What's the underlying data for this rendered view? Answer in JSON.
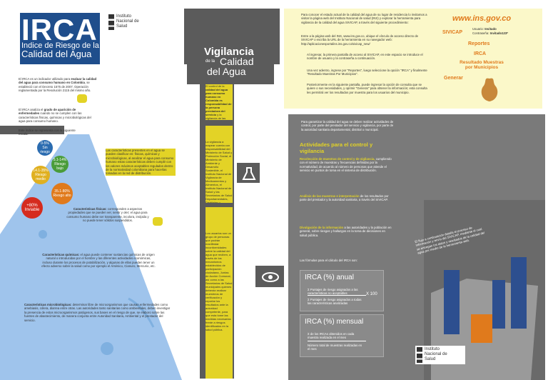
{
  "irca": {
    "logo": "IRCA",
    "subtitle_line1": "Indice de Riesgo de la",
    "subtitle_line2": "Calidad del Agua"
  },
  "ins_top": {
    "line1": "Instituto",
    "line2": "Nacional de",
    "line3": "Salud"
  },
  "ins_bottom": {
    "line1": "Instituto",
    "line2": "Nacional de",
    "line3": "Salud"
  },
  "left_intro": {
    "p1_a": "El IRCA es un indicador utilizado para ",
    "p1_b": "evaluar la calidad del agua para consumo humano en Colombia",
    "p1_c": ", se estableció con el Decreto 1575 de 2007. Operación reglamentada por la Resolución 2115 del mismo año.",
    "p2_a": "El IRCA analiza el ",
    "p2_b": "grado de aparición de enfermedades",
    "p2_c": " cuando no se cumplen con las características físicas, químicas y microbiológicas del agua para consumo humano.",
    "p3": "Este índice se representa con la siguiente escala:"
  },
  "scale": [
    {
      "range": "0-5%",
      "label": "Sin riesgo",
      "color": "#2b6cb0"
    },
    {
      "range": "5.1-14%",
      "label": "Riesgo bajo",
      "color": "#4a9c3a"
    },
    {
      "range": "14.1-35%",
      "label": "Riesgo medio",
      "color": "#e0b020"
    },
    {
      "range": "35.1-80%",
      "label": "Riesgo alto",
      "color": "#e07a1c"
    },
    {
      "range": "+80%",
      "label": "Inviable",
      "color": "#d52b1e"
    }
  ],
  "characteristics": {
    "intro": "Las características presentes en el agua se pueden clasificar en: físicas, químicas y microbiológicas, al analizar el agua para consumo humano estas características deben cumplir con los valores máximos aceptables regulados dentro de la normatividad colombiana para hacerlas tomadas en la red de distribución.",
    "physical_title": "Características físicas:",
    "physical": " corresponden a aspectos propiedades que se pueden ver, sentir y oler; el agua para consumo humano debe ser transparente, incolora, insípida y no puede tener sólidos suspendidos.",
    "chemical_title": "Características químicas:",
    "chemical": " el agua puede contener sustancias químicas de origen natural o introducidas por el hombre y las diferentes actividades económicas, incluso durante los procesos de potabilización, y algunas de ellas pueden tener un efecto adverso sobre la salud como por ejemplo el Arsénico, Cianuro, Mercurio, etc.",
    "micro_title": "Características microbiológicas:",
    "micro": " determinar libre de microorganismos que causan enfermedades como amebiasis, cólera, diarrea entre otras. Las autoridades tanto sanitarias como ambientales, deben investigar la presencia de estos microorganismos patógenos, sus bases en el riesgo de que, se elaboro sobre las fuentes de abastecimiento, de manera conjunta entre Autoridad Sanitaria, Ambiental y el prestador del servicio."
  },
  "middle": {
    "title1": "Vigilancia",
    "title2": "de la",
    "title3": "Calidad",
    "title4": "del Agua",
    "box1_a": "El control de la ",
    "box1_b": "calidad del agua para consumo humano en Colombia es responsabilidad de la persona prestadora del servicio",
    "box1_c": " y la vigilancia de las autoridades sanitarias.",
    "box2": "La vigilancia a mapear cuenta con responsabilidad del Ministerio de Salud y Protección Social, el Ministerio de Ambiente y Desarrollo Sostenible, el Instituto Nacional de Vigilancia de Medicamentos y Alimentos, el Instituto Nacional de Salud y las Secretarías de Salud Departamentales, Distritales y Municipales.",
    "box3": "Los usuarios son un grupo de personas que podrán manifestar inconformidades sobre la calidad del agua que reciben, a través de los mecanismos establecidos de participación ciudadana, Juntas de Acción Comunal, así como a las Secretarías de Salud municipales quienes deberán realizar muestreos de verificación y reportar los resultados ante la autoridad competente, para que esta tome las medidas necesarias frente a riesgos identificados en la salud pública."
  },
  "instructions": {
    "p1": "Para conocer el estado actual de la calidad del agua de su lugar de residencia lo invitamos a visitar la página web del Instituto Nacional de salud (INS) y explorar la herramienta para vigilancia de la calidad del agua SIVICAP, a través del siguiente procedimiento:",
    "p2": "Entre a la página web del INS, www.ins.gov.co, ubique el vínculo de acceso directo de SIVICAP o escriba la URL de la herramienta en su navegador web: http://aplicacionesportalins.ins.gov.co/sivicap_new/",
    "step1": "Al ingresar, la primera pantalla de acceso al SIVICAP, en este espacio se introduce el nombre de usuario y la contraseña a continuación.",
    "step2": "Una vez adentro, ingrese por \"Reportes\", luego seleccione la opción \"IRCA\" y finalmente \"Resultado Muestras Por Municipios\".",
    "step3": "Posteriormente en la siguiente pantalla, puede ingresar la opción de consulta que se quiere o sus necesidades, y oprimir \"Generar\" para obtener la información; esta consulta les permitirá ver los resultados por muestra para los usuarios del municipio."
  },
  "flow": {
    "url": "www.ins.gov.co",
    "sivicap": "SIVICAP",
    "user_label": "Usuario:",
    "user_value": "Invitado",
    "pass_label": "Contraseña:",
    "pass_value": "Invitado123*",
    "reportes": "Reportes",
    "irca": "IRCA",
    "resultado": "Resultado Muestras por Municipios",
    "generar": "Generar"
  },
  "activities": {
    "intro": "Para garantizar la calidad del agua se deben realizar actividades de control, por parte del prestador del servicio y vigilancia, por parte de la autoridad sanitaria departamental, distrital o municipal.",
    "title": "Actividades para el control y vigilancia",
    "a1_title": "Recolección de muestras de control y de vigilancia,",
    "a1": " cumpliendo con el número de muestras y frecuencias definidas por la normatividad, de acuerdo al número de personas que atiende el servicio en puntos de toma en el sistema de distribución.",
    "a2_title": "Análisis de las muestras e interpretación",
    "a2": " de los resultados por parte del prestador y la autoridad sanitaria, a través del SIVICAP.",
    "a3_title": "Divulgación de la información",
    "a3": " a las autoridades y la población en general, sobre riesgos y hallazgos en la toma de decisiones en salud pública.",
    "formula_intro": "Las fórmulas para el cálculo del IRCA son:"
  },
  "formula_annual": {
    "title": "IRCA (%) anual",
    "num": "Σ Puntajes de riesgo asignados a las características no aceptables",
    "den": "Σ Puntajes de riesgo asignados a todas las características analizadas",
    "mult": "X 100"
  },
  "formula_monthly": {
    "title": "IRCA (%) mensual",
    "num": "Σ de los IRCAs obtenidos en cada muestra realizada en el mes",
    "den": "Número total de muestras realizadas en el mes"
  },
  "right_note": "El flujo a continuación detalla el proceso de información y envío del SIVICAP, mediante el cual se entregan los datos y resultados de la calidad del agua por medio de la herramienta web."
}
